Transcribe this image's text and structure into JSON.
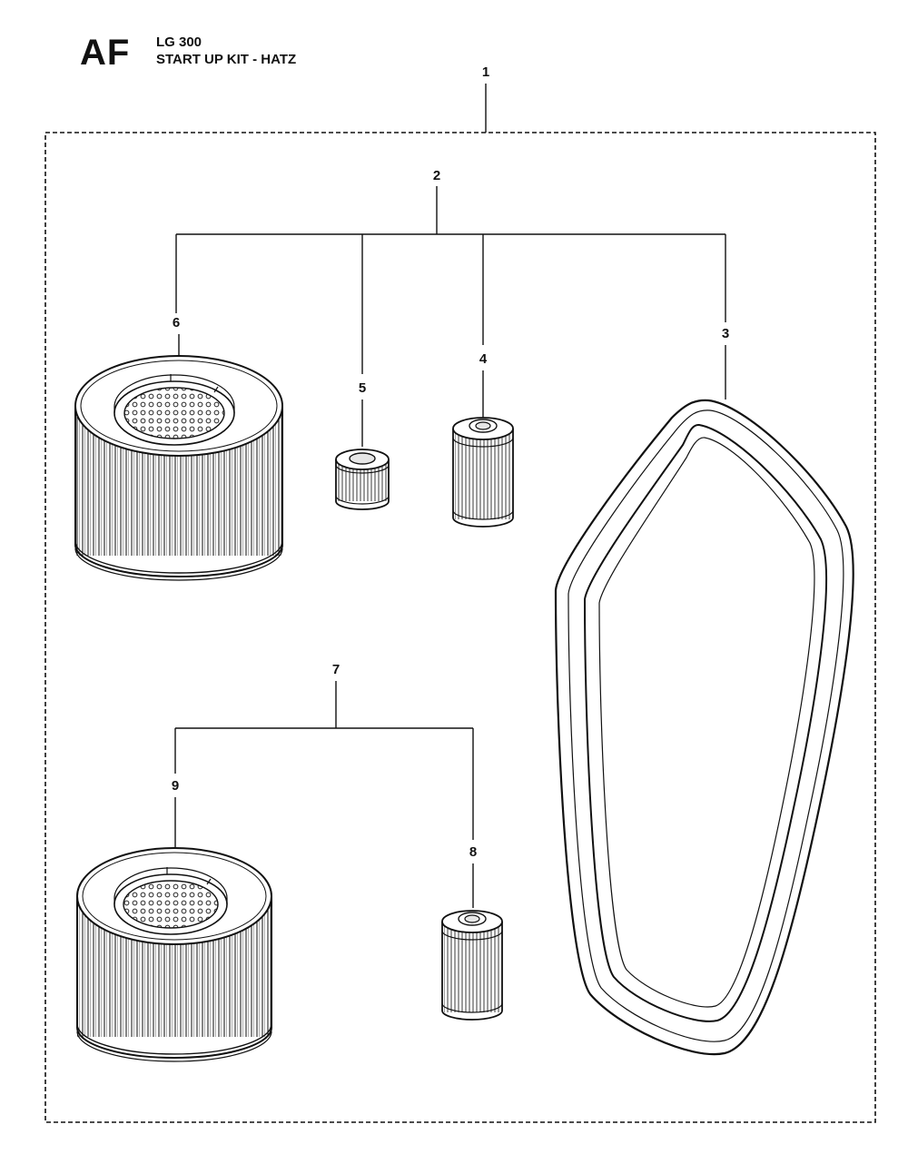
{
  "header": {
    "section_code": "AF",
    "model": "LG 300",
    "kit_title": "START UP KIT - HATZ"
  },
  "callouts": {
    "c1": "1",
    "c2": "2",
    "c3": "3",
    "c4": "4",
    "c5": "5",
    "c6": "6",
    "c7": "7",
    "c8": "8",
    "c9": "9"
  },
  "colors": {
    "line": "#111111",
    "part_fill": "#ffffff",
    "shade": "#e6e6e6"
  },
  "icons": {
    "air_filter": "air-filter-cartridge-icon",
    "fuel_filter": "fuel-filter-icon",
    "oil_filter": "oil-filter-icon",
    "belt": "v-belt-icon"
  }
}
